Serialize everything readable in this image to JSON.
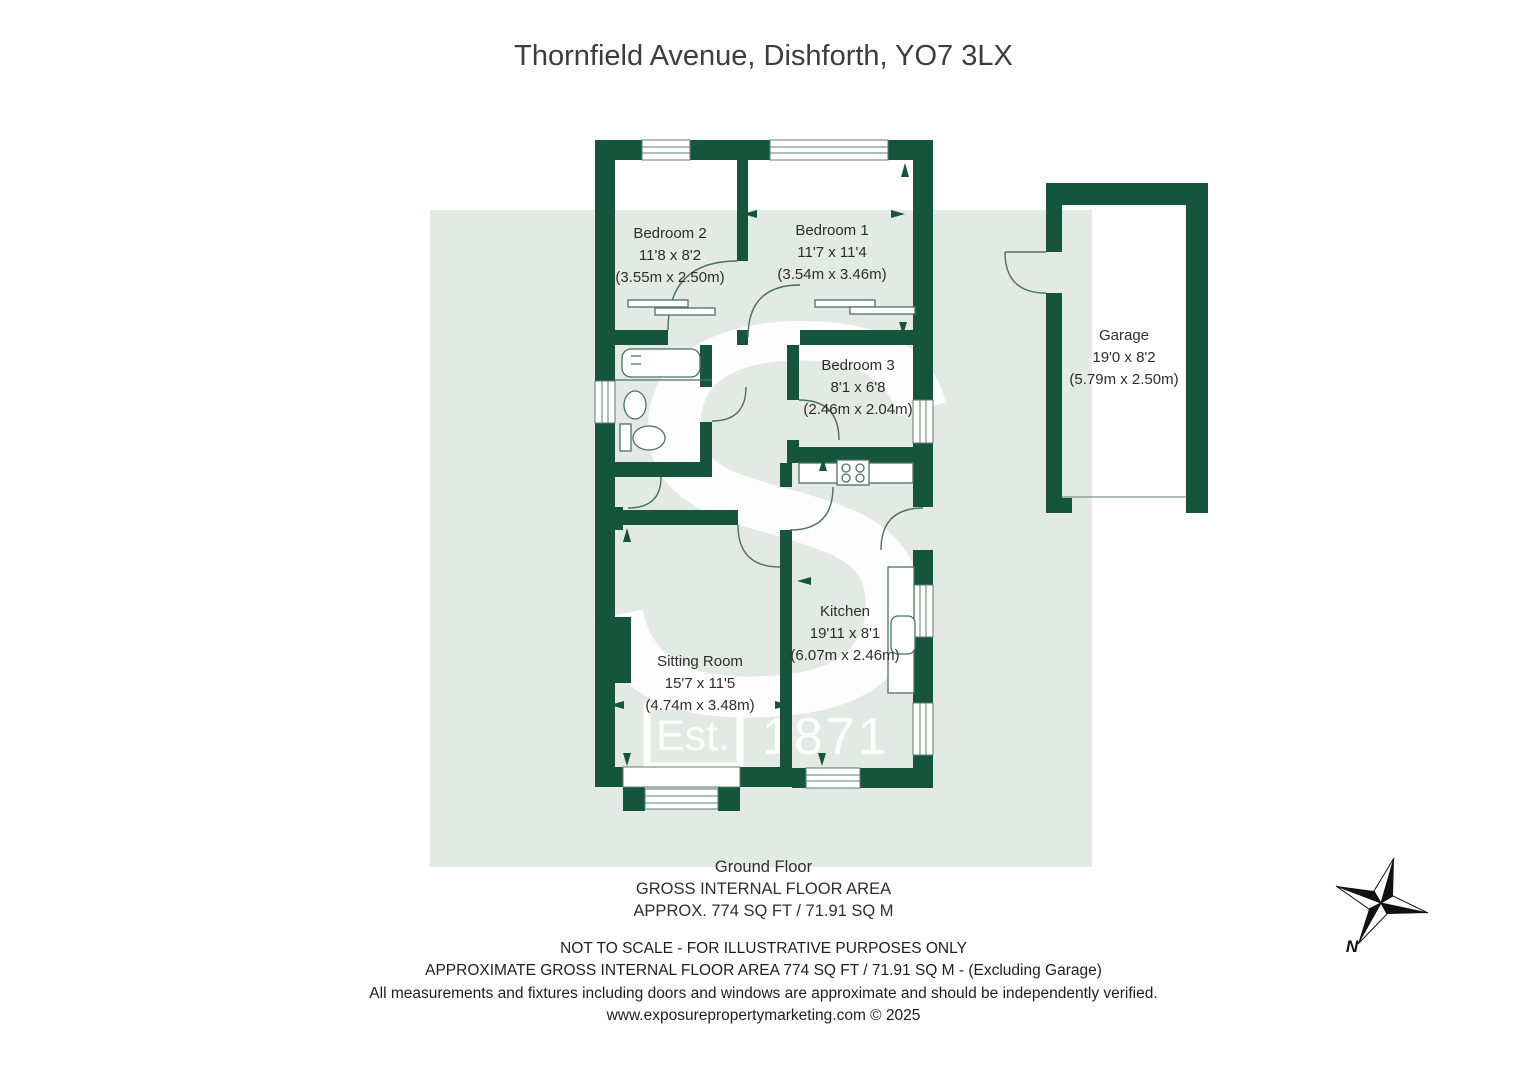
{
  "title": "Thornfield Avenue, Dishforth, YO7 3LX",
  "colors": {
    "wall_green": "#15543D",
    "background_band": "#E3E9E4",
    "label_text": "#2d2d2d",
    "compass_black": "#111111",
    "watermark_white": "#ffffff"
  },
  "rooms": {
    "bedroom_2": {
      "name": "Bedroom 2",
      "imperial": "11'8 x 8'2",
      "metric": "(3.55m x 2.50m)"
    },
    "bedroom_1": {
      "name": "Bedroom 1",
      "imperial": "11'7 x 11'4",
      "metric": "(3.54m x 3.46m)"
    },
    "bedroom_3": {
      "name": "Bedroom 3",
      "imperial": "8'1 x 6'8",
      "metric": "(2.46m x 2.04m)"
    },
    "garage": {
      "name": "Garage",
      "imperial": "19'0 x 8'2",
      "metric": "(5.79m x 2.50m)"
    },
    "kitchen": {
      "name": "Kitchen",
      "imperial": "19'11 x 8'1",
      "metric": "(6.07m x 2.46m)"
    },
    "sitting_room": {
      "name": "Sitting Room",
      "imperial": "15'7 x 11'5",
      "metric": "(4.74m x 3.48m)"
    }
  },
  "watermark": {
    "letter": "S",
    "est_label": "Est.",
    "est_year": "1871"
  },
  "floor_summary": {
    "floor": "Ground Floor",
    "area_line1": "GROSS INTERNAL FLOOR AREA",
    "area_line2": "APPROX. 774 SQ FT / 71.91 SQ M"
  },
  "disclaimer": {
    "line1": "NOT TO SCALE - FOR ILLUSTRATIVE PURPOSES ONLY",
    "line2": "APPROXIMATE GROSS INTERNAL FLOOR AREA 774 SQ FT / 71.91 SQ M - (Excluding Garage)",
    "line3": "All measurements and fixtures including doors and windows are approximate and should be independently verified.",
    "line4": "www.exposurepropertymarketing.com © 2025"
  },
  "compass": {
    "north_label": "N"
  },
  "icons": {
    "compass": "four-point-star-north-arrow",
    "bath": "bathtub-outline",
    "basin": "oval-washbasin",
    "toilet": "toilet-with-cistern",
    "hob": "four-ring-hob",
    "sink": "rounded-sink",
    "wardrobe": "sliding-door-wardrobe"
  }
}
